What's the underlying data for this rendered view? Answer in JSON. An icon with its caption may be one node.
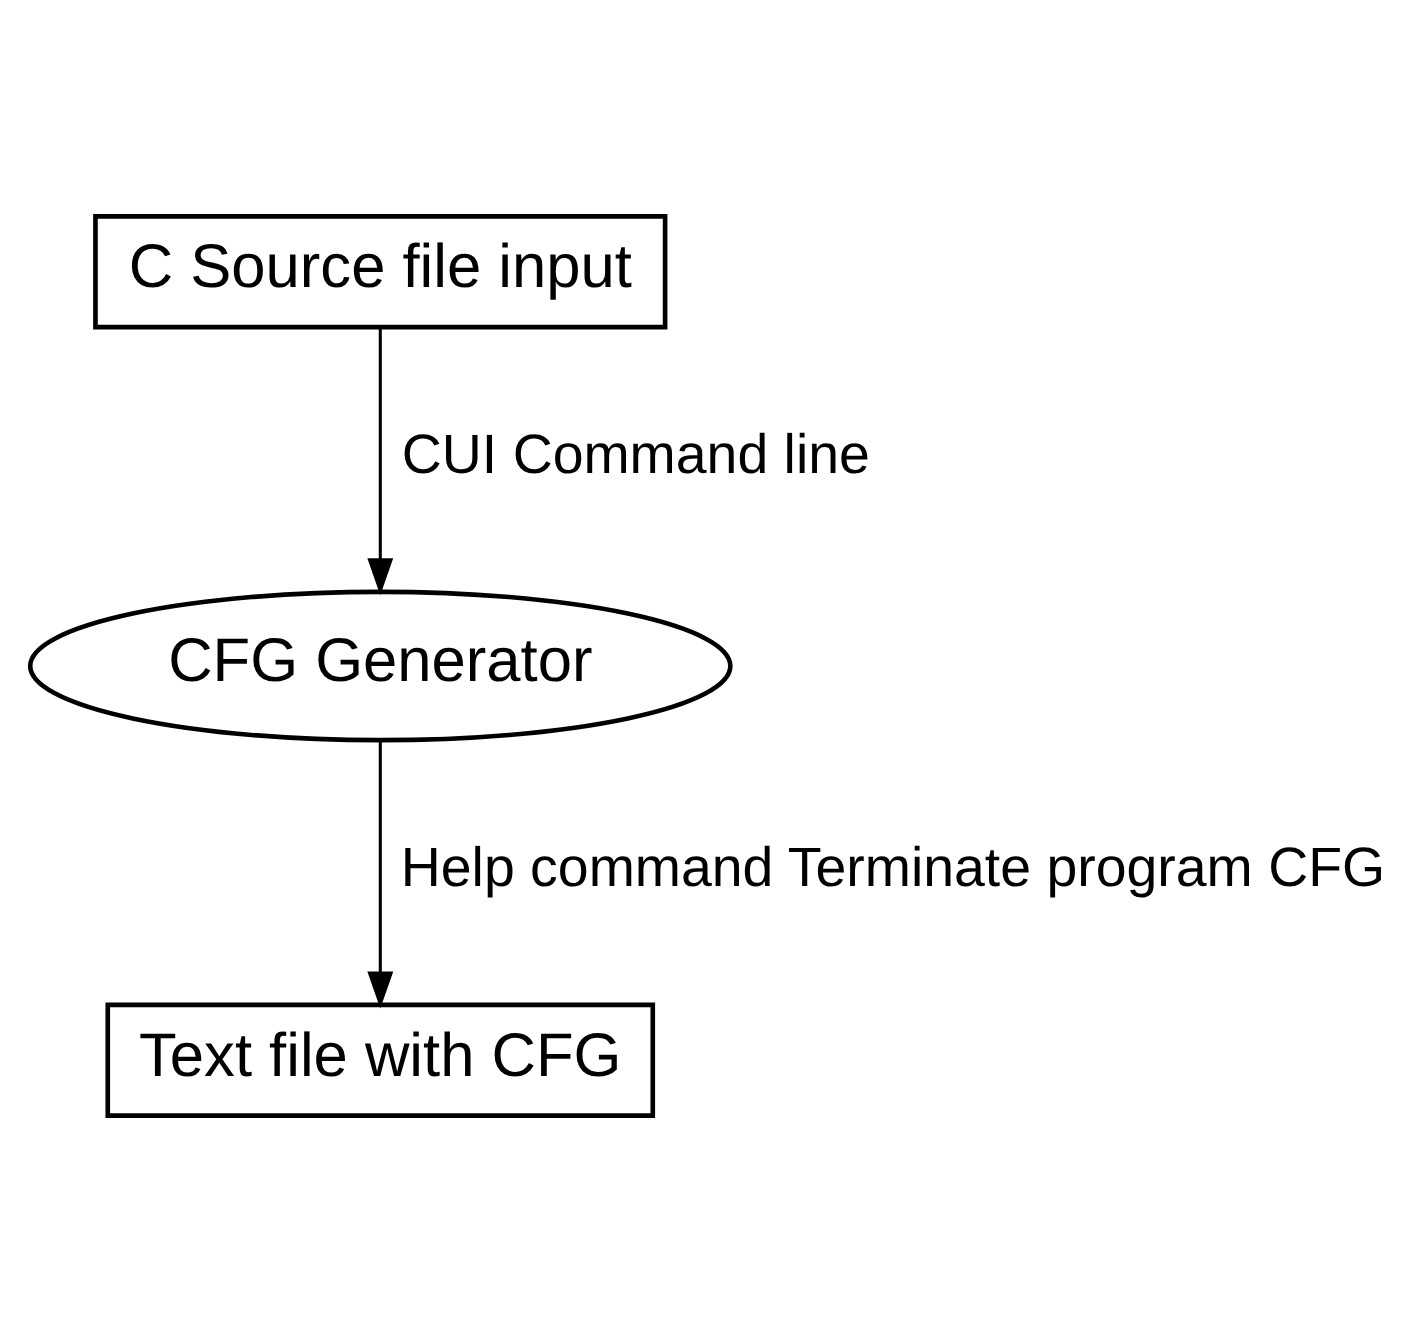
{
  "diagram": {
    "nodes": [
      {
        "text": [
          "C Source file input"
        ]
      },
      {
        "text": [
          "CFG Generator"
        ]
      },
      {
        "text": [
          "Text file with CFG"
        ]
      }
    ],
    "edges": [
      {
        "from": 0,
        "to": 1,
        "arrow": "to",
        "label": "CUI Command line"
      },
      {
        "from": 1,
        "to": 2,
        "arrow": "to",
        "label": "Help command Terminate program CFG"
      }
    ]
  }
}
